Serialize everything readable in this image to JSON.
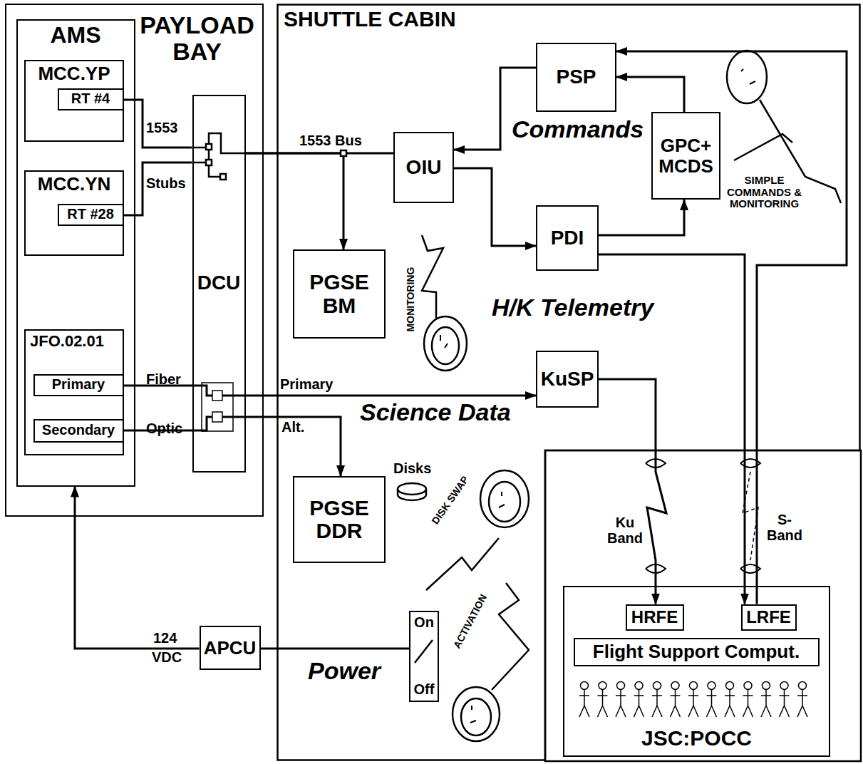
{
  "diagram": {
    "nodes": [
      {
        "text": [
          "PAYLOAD BAY"
        ]
      },
      {
        "text": [
          "AMS"
        ],
        "in": 0
      },
      {
        "text": [
          "MCC.YP"
        ],
        "in": 1
      },
      {
        "text": [
          "RT #4"
        ],
        "in": 2
      },
      {
        "text": [
          "MCC.YN"
        ],
        "in": 1
      },
      {
        "text": [
          "RT #28"
        ],
        "in": 4
      },
      {
        "text": [
          "JFO.02.01"
        ],
        "in": 1
      },
      {
        "text": [
          "Primary"
        ],
        "in": 6
      },
      {
        "text": [
          "Secondary"
        ],
        "in": 6
      },
      {
        "text": [
          "DCU"
        ],
        "in": 0
      },
      {
        "text": [
          "SHUTTLE CABIN"
        ]
      },
      {
        "text": [
          "PSP"
        ],
        "in": 10
      },
      {
        "text": [
          "GPC+ MCDS"
        ],
        "in": 10
      },
      {
        "text": [
          "OIU"
        ],
        "in": 10
      },
      {
        "text": [
          "PDI"
        ],
        "in": 10
      },
      {
        "text": [
          "PGSE BM"
        ],
        "in": 10
      },
      {
        "text": [
          "KuSP"
        ],
        "in": 10
      },
      {
        "text": [
          "PGSE DDR"
        ],
        "in": 10
      },
      {
        "text": [
          "On",
          "Off"
        ],
        "in": 10
      },
      {
        "text": [
          "APCU"
        ]
      },
      {
        "text": [
          "JSC:POCC"
        ]
      },
      {
        "text": [
          "HRFE"
        ],
        "in": 20
      },
      {
        "text": [
          "LRFE"
        ],
        "in": 20
      },
      {
        "text": [
          "Flight Support Comput."
        ],
        "in": 20
      }
    ],
    "edges": [
      {
        "from": 3,
        "to": 9,
        "arrow": "none"
      },
      {
        "from": 5,
        "to": 9,
        "arrow": "none"
      },
      {
        "from": 9,
        "to": 13,
        "arrow": "none"
      },
      {
        "from": 9,
        "to": 15,
        "arrow": "to"
      },
      {
        "from": 13,
        "to": 14,
        "arrow": "to"
      },
      {
        "from": 11,
        "to": 13,
        "arrow": "to"
      },
      {
        "from": 12,
        "to": 11,
        "arrow": "to"
      },
      {
        "from": 14,
        "to": 12,
        "arrow": "to"
      },
      {
        "from": 14,
        "to": 22,
        "arrow": "to"
      },
      {
        "from": 22,
        "to": 11,
        "arrow": "to"
      },
      {
        "from": 7,
        "to": 16,
        "arrow": "to"
      },
      {
        "from": 8,
        "to": 17,
        "arrow": "to"
      },
      {
        "from": 16,
        "to": 21,
        "arrow": "to"
      },
      {
        "from": 19,
        "to": 1,
        "arrow": "to"
      },
      {
        "from": 18,
        "to": 19,
        "arrow": "none"
      }
    ],
    "labels": [
      "1553",
      "Stubs",
      "Fiber",
      "Optic",
      "1553 Bus",
      "Commands",
      "SIMPLE COMMANDS & MONITORING",
      "MONITORING",
      "H/K Telemetry",
      "Primary",
      "Science Data",
      "Alt.",
      "Disks",
      "DISK SWAP",
      "ACTIVATION",
      "124",
      "VDC",
      "Power",
      "Ku Band",
      "S- Band"
    ]
  }
}
